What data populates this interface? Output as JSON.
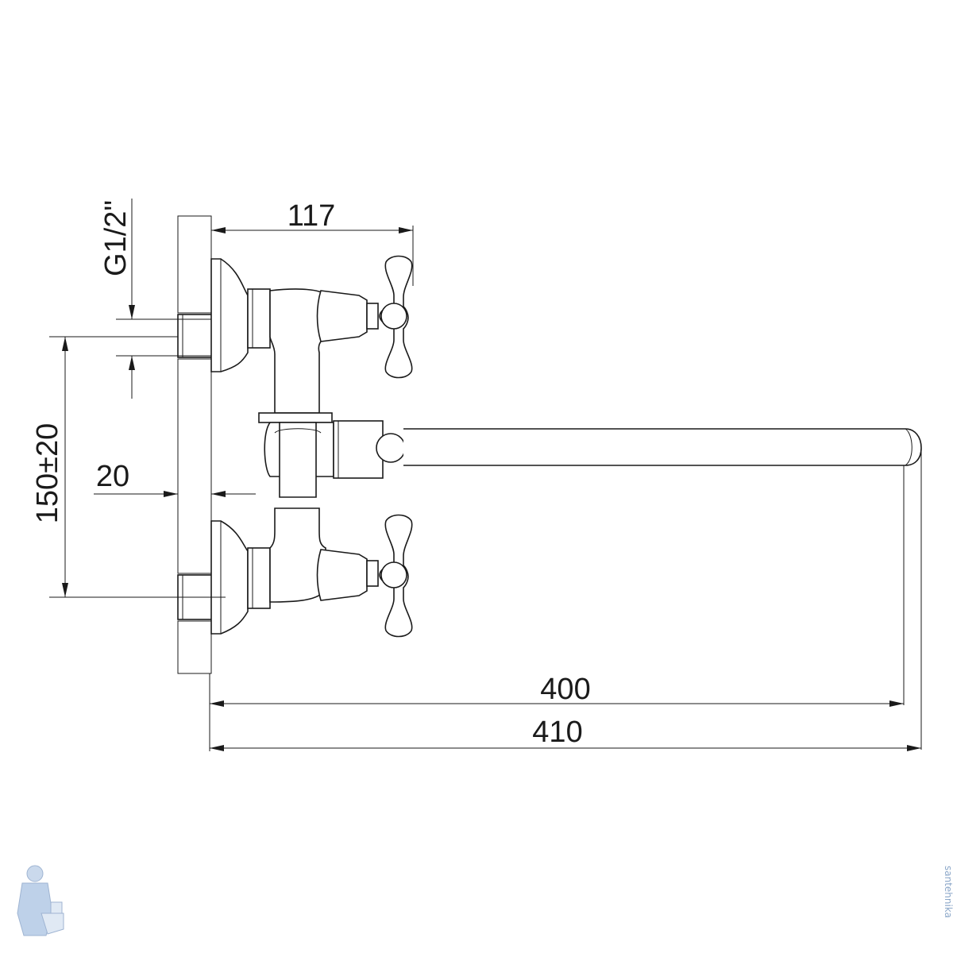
{
  "dimensions": {
    "thread": "G1/2\"",
    "center_distance": "150±20",
    "wall_offset": "20",
    "depth": "117",
    "spout_reach": "400",
    "total_length": "410"
  },
  "watermark": {
    "text": "santehnika"
  }
}
